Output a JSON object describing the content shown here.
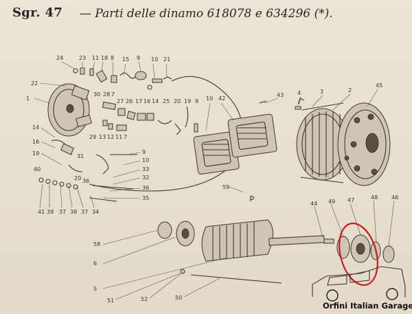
{
  "document": {
    "title": "Sgr. 47",
    "subtitle": "— Parti delle dinamo 618078 e 634296 (*)."
  },
  "callouts": [
    "24",
    "23",
    "11",
    "18",
    "8",
    "15",
    "9",
    "10",
    "21",
    "22",
    "1",
    "30",
    "28",
    "7",
    "27",
    "26",
    "17",
    "16",
    "14",
    "25",
    "20",
    "19",
    "9",
    "10",
    "42",
    "43",
    "4",
    "3",
    "2",
    "45",
    "14",
    "29",
    "13",
    "12",
    "11",
    "7",
    "16",
    "19",
    "31",
    "9",
    "10",
    "33",
    "20",
    "36",
    "32",
    "36",
    "35",
    "40",
    "41",
    "39",
    "37",
    "38",
    "37",
    "34",
    "59",
    "44",
    "49",
    "47",
    "48",
    "46",
    "58",
    "6",
    "5",
    "51",
    "52",
    "50"
  ],
  "watermark": "Orfini Italian Garage",
  "colors": {
    "paper": "#e9e1d3",
    "ink": "#3d342b",
    "highlight": "#d0161a"
  }
}
